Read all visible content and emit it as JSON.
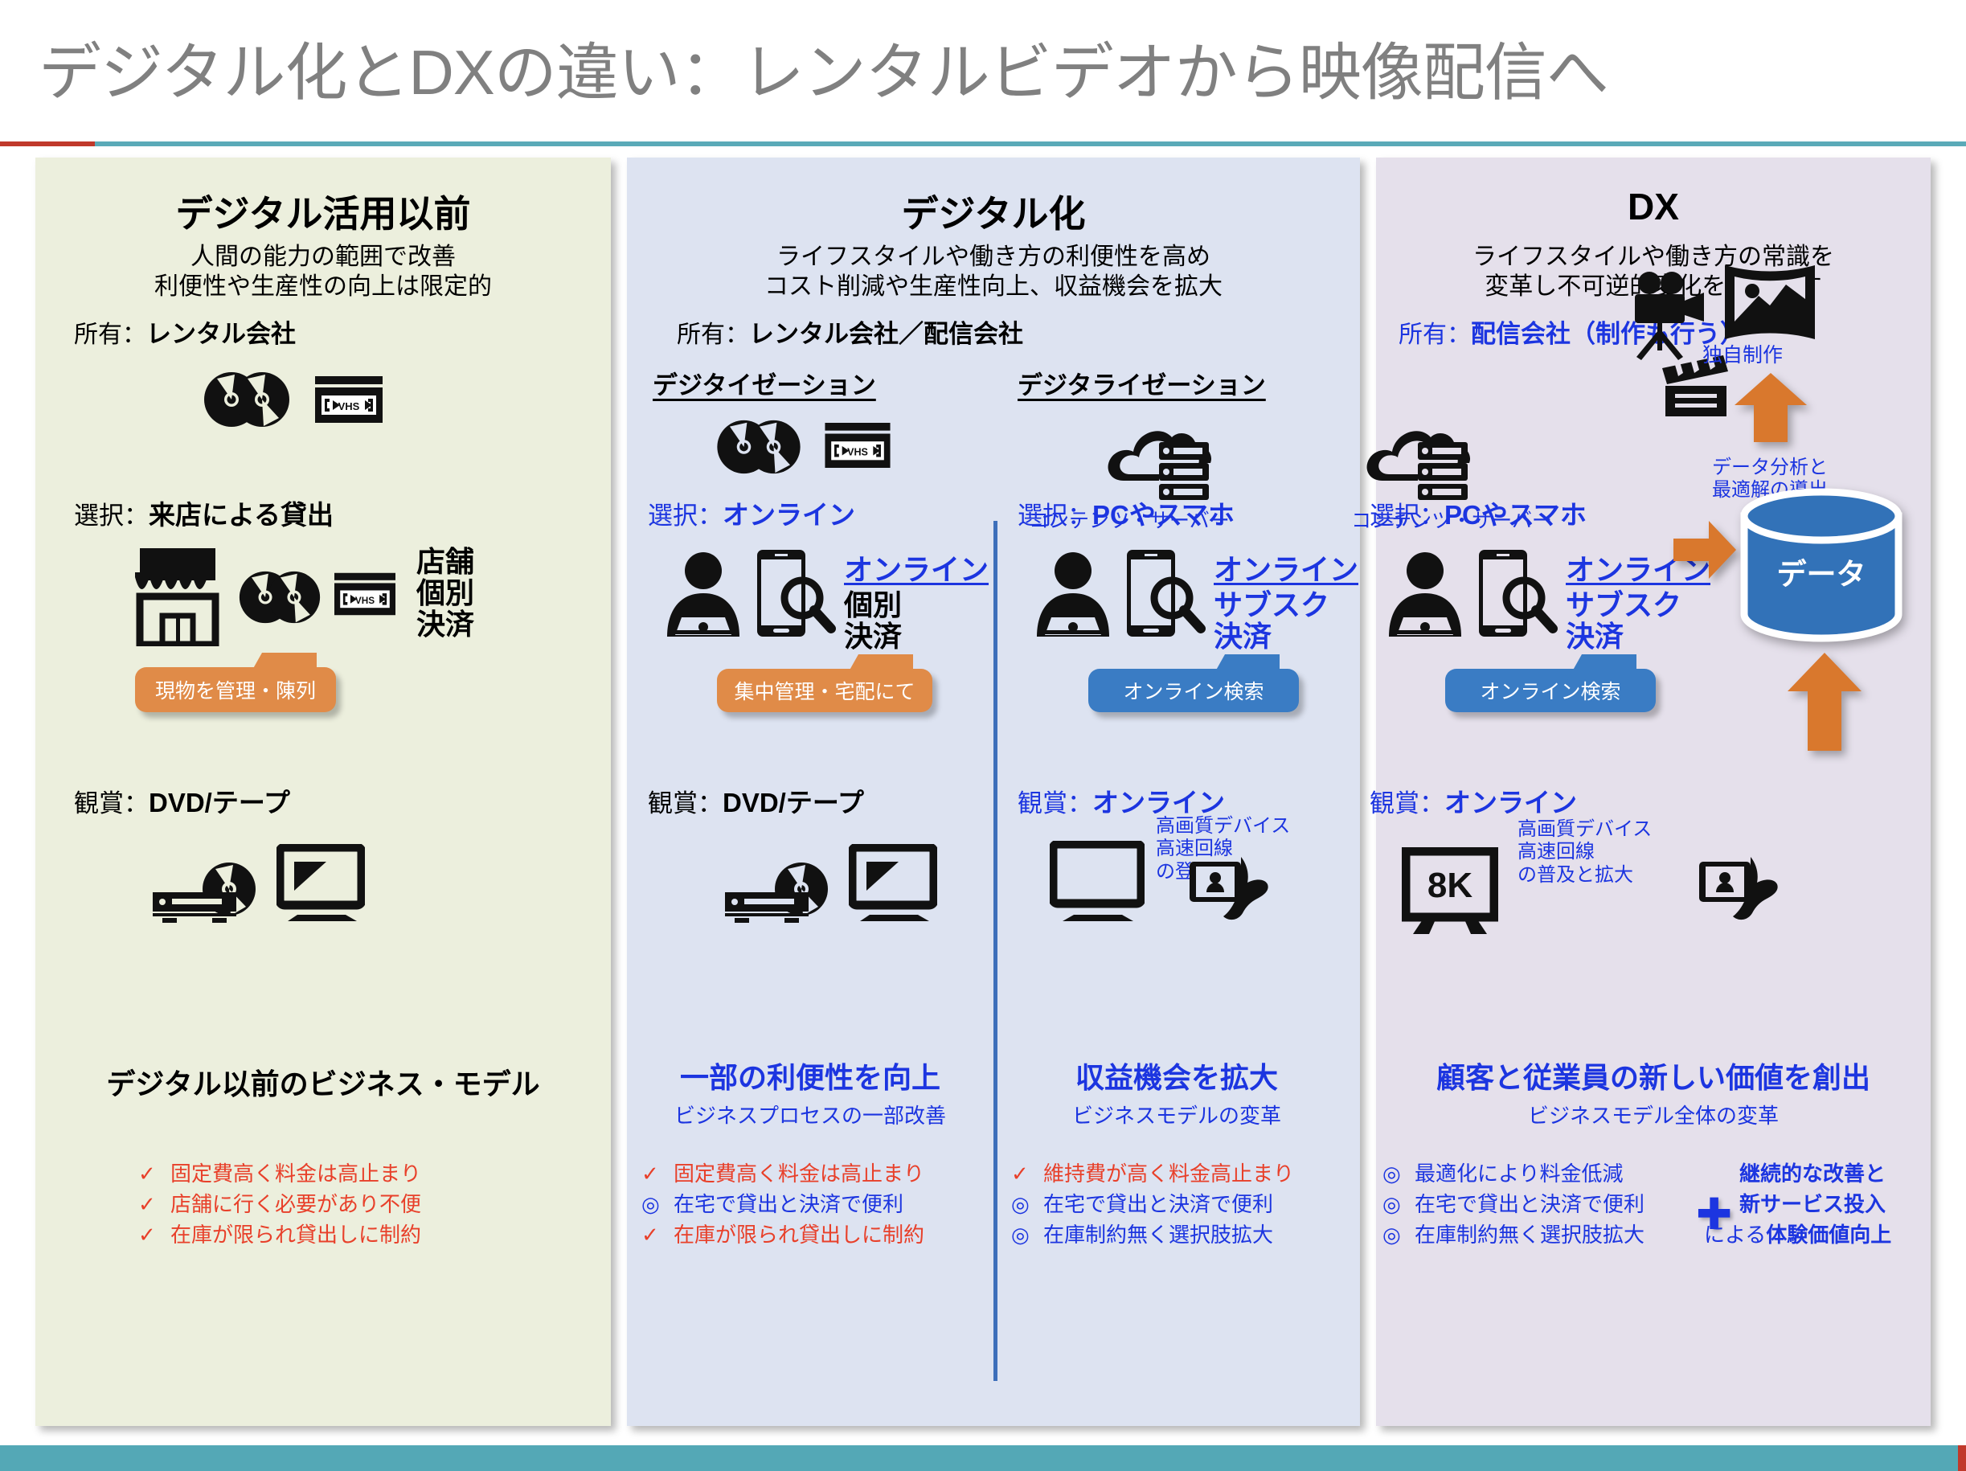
{
  "title": "デジタル化とDXの違い：レンタルビデオから映像配信へ",
  "columns": {
    "col1": {
      "header": "デジタル活用以前",
      "subtitle": "人間の能力の範囲で改善\n利便性や生産性の向上は限定的",
      "ownership_label": "所有：",
      "ownership_value": "レンタル会社",
      "media_icons_label": "dvd-vhs",
      "choice_label": "選択：",
      "choice_value": "来店による貸出",
      "payment_words": "店舗\n個別\n決済",
      "badge": "現物を管理・陳列",
      "view_label": "観賞：",
      "view_value": "DVD/テープ",
      "conclusion_main": "デジタル以前のビジネス・モデル",
      "bullets": [
        {
          "mark": "✓",
          "text": "固定費高く料金は高止まり",
          "color": "red"
        },
        {
          "mark": "✓",
          "text": "店舗に行く必要があり不便",
          "color": "red"
        },
        {
          "mark": "✓",
          "text": "在庫が限られ貸出しに制約",
          "color": "red"
        }
      ]
    },
    "col2": {
      "header": "デジタル化",
      "subtitle": "ライフスタイルや働き方の利便性を高め\nコスト削減や生産性向上、収益機会を拡大",
      "ownership_label": "所有：",
      "ownership_value": "レンタル会社／配信会社",
      "sub_a": {
        "section": "デジタイゼーション",
        "choice_label": "選択：",
        "choice_value": "オンライン",
        "payment_words": "オンライン\n個別\n決済",
        "badge": "集中管理・宅配にて",
        "view_label": "観賞：",
        "view_value": "DVD/テープ",
        "conclusion_main": "一部の利便性を向上",
        "conclusion_sub": "ビジネスプロセスの一部改善",
        "bullets": [
          {
            "mark": "✓",
            "text": "固定費高く料金は高止まり",
            "color": "red"
          },
          {
            "mark": "◎",
            "text": "在宅で貸出と決済で便利",
            "color": "blue"
          },
          {
            "mark": "✓",
            "text": "在庫が限られ貸出しに制約",
            "color": "red"
          }
        ]
      },
      "sub_b": {
        "section": "デジタライゼーション",
        "server_label": "コンテンツ・サーバー",
        "choice_label": "選択：",
        "choice_value": "PCやスマホ",
        "payment_words": "オンライン\nサブスク\n決済",
        "badge": "オンライン検索",
        "view_label": "観賞：",
        "view_value": "オンライン",
        "device_note": "高画質デバイス\n高速回線\nの登場",
        "conclusion_main": "収益機会を拡大",
        "conclusion_sub": "ビジネスモデルの変革",
        "bullets": [
          {
            "mark": "✓",
            "text": "維持費が高く料金高止まり",
            "color": "red"
          },
          {
            "mark": "◎",
            "text": "在宅で貸出と決済で便利",
            "color": "blue"
          },
          {
            "mark": "◎",
            "text": "在庫制約無く選択肢拡大",
            "color": "blue"
          }
        ]
      }
    },
    "col3": {
      "header": "DX",
      "subtitle": "ライフスタイルや働き方の常識を\n変革し不可逆的変化をもたらす",
      "ownership_label": "所有：",
      "ownership_value": "配信会社（制作も行う）",
      "server_label": "コンテンツ・サーバー",
      "production_label": "独自制作",
      "analysis_label": "データ分析と\n最適解の導出",
      "choice_label": "選択：",
      "choice_value": "PCやスマホ",
      "payment_words": "オンライン\nサブスク\n決済",
      "badge": "オンライン検索",
      "data_cylinder_label": "データ",
      "view_label": "観賞：",
      "view_value": "オンライン",
      "tv_label": "8K",
      "device_note": "高画質デバイス\n高速回線\nの普及と拡大",
      "conclusion_main": "顧客と従業員の新しい価値を創出",
      "conclusion_sub": "ビジネスモデル全体の変革",
      "bullets": [
        {
          "mark": "◎",
          "text": "最適化により料金低減",
          "color": "blue"
        },
        {
          "mark": "◎",
          "text": "在宅で貸出と決済で便利",
          "color": "blue"
        },
        {
          "mark": "◎",
          "text": "在庫制約無く選択肢拡大",
          "color": "blue"
        }
      ],
      "plus_lines": "継続的な改善と\n新サービス投入\nによる体験価値向上"
    }
  },
  "colors": {
    "accent_blue": "#1c35e0",
    "accent_red": "#e8402a",
    "badge_orange": "#e08b48",
    "badge_blue": "#3a7cc4",
    "cylinder_blue": "#3272b8",
    "arrow_orange": "#d9782d",
    "title_gray": "#808080",
    "bottom_bar": "#54a8b6"
  }
}
